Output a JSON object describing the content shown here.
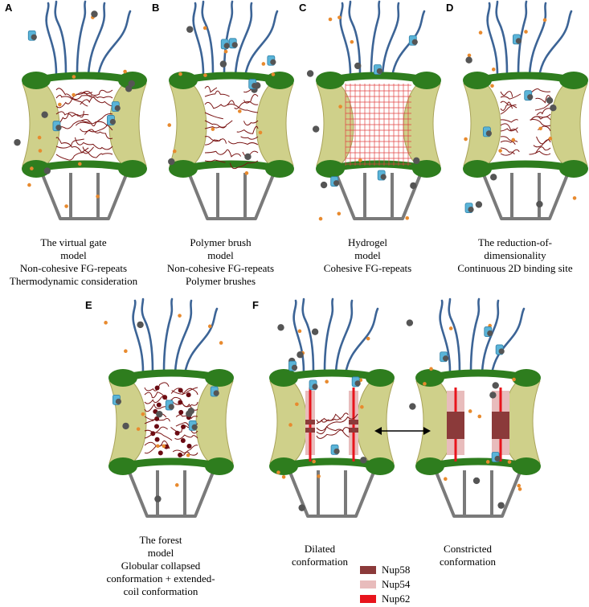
{
  "panels": [
    {
      "label": "A",
      "caption": [
        "The virtual gate",
        "model",
        "Non-cohesive FG-repeats",
        "Thermodynamic consideration"
      ]
    },
    {
      "label": "B",
      "caption": [
        "Polymer brush",
        "model",
        "Non-cohesive FG-repeats",
        "Polymer brushes"
      ]
    },
    {
      "label": "C",
      "caption": [
        "Hydrogel",
        "model",
        "Cohesive FG-repeats"
      ]
    },
    {
      "label": "D",
      "caption": [
        "The reduction-of-",
        "dimensionality",
        "Continuous 2D binding site"
      ]
    },
    {
      "label": "E",
      "caption": [
        "The forest",
        "model",
        "Globular collapsed",
        "conformation + extended-",
        "coil conformation"
      ]
    },
    {
      "label": "F",
      "captions": [
        [
          "Dilated",
          "conformation"
        ],
        [
          "Constricted",
          "conformation"
        ]
      ]
    }
  ],
  "legend": [
    {
      "name": "Nup58",
      "color": "#8b3a3a"
    },
    {
      "name": "Nup54",
      "color": "#e8bcbc"
    },
    {
      "name": "Nup62",
      "color": "#e8141c"
    }
  ],
  "colors": {
    "cytoplasmic_filament": "#3c6496",
    "ring": "#2e7d1e",
    "ring_dark": "#1f5a12",
    "wall": "#cfd08a",
    "basket": "#7a7a7a",
    "fg_repeat": "#7a1414",
    "cargo_small": "#e88a2e",
    "transport_receptor": "#5ab4d8",
    "cargo_large": "#555555",
    "hydrogel_mesh": "#e04040"
  },
  "icons": [
    "double-arrow-icon"
  ]
}
